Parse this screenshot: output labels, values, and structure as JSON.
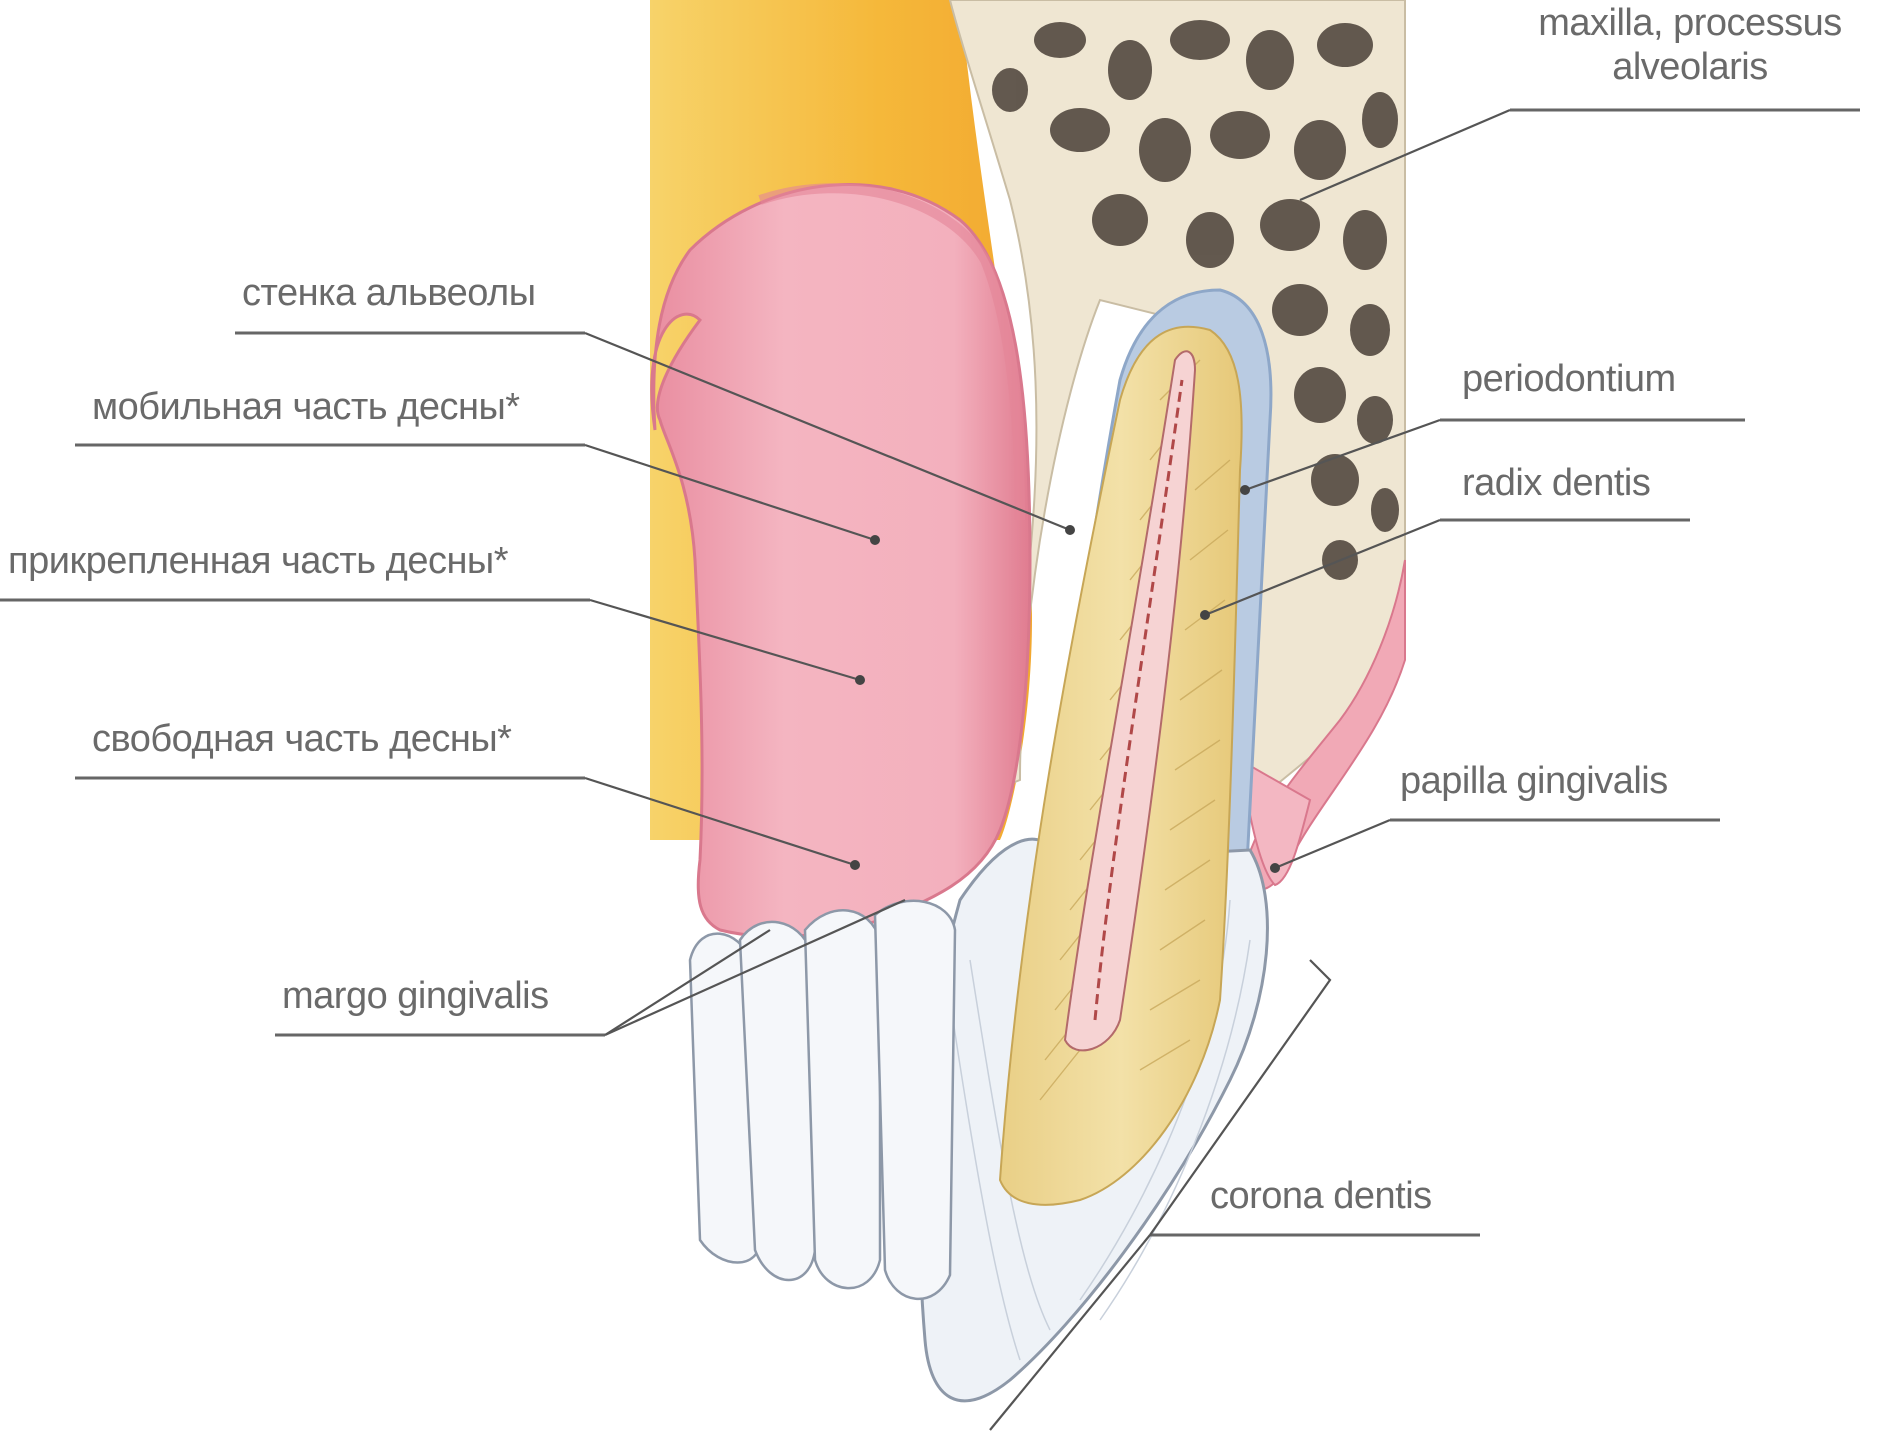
{
  "labels": {
    "maxilla": "maxilla, processus alveolaris",
    "alveolar_wall": "стенка альвеолы",
    "mobile_gum": "мобильная часть десны*",
    "attached_gum": "прикрепленная часть десны*",
    "free_gum": "свободная часть десны*",
    "margo": "margo gingivalis",
    "periodontium": "periodontium",
    "radix": "radix dentis",
    "papilla": "papilla gingivalis",
    "corona": "corona dentis"
  },
  "colors": {
    "gum": "#f1a9b6",
    "gum_dark": "#e58597",
    "bone": "#efe6d2",
    "bone_pores": "#4a4038",
    "mucosa_yellow": "#f6c24a",
    "periodontium_blue": "#b9cbe2",
    "dentin": "#eed79a",
    "pulp": "#f4c2c2",
    "enamel": "#eef2f7"
  }
}
